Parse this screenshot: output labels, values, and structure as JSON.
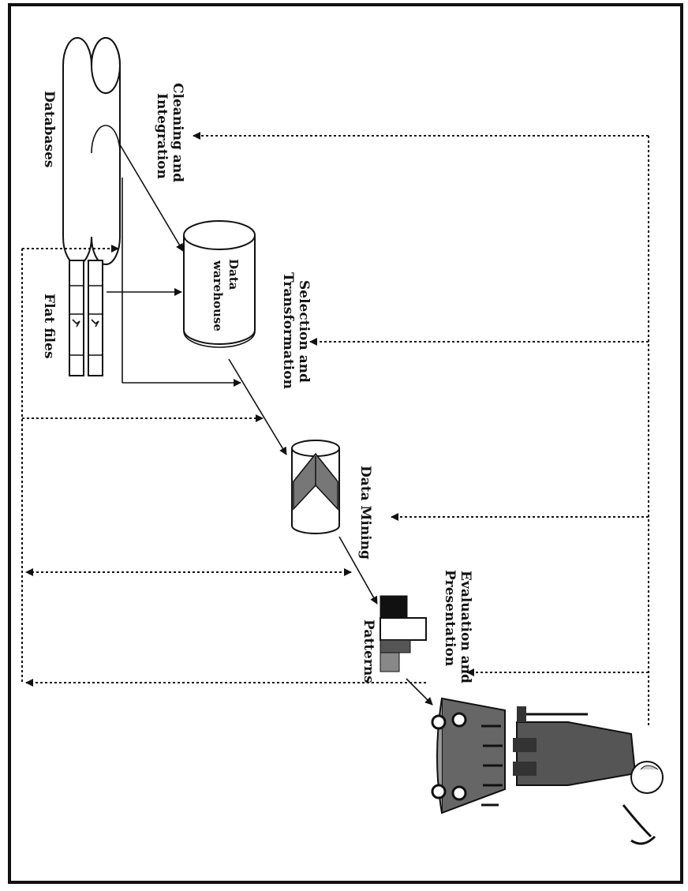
{
  "labels": {
    "databases": "Databases",
    "cleaning_line1": "Cleaning and",
    "cleaning_line2": "Integration",
    "data_warehouse_line1": "Data",
    "data_warehouse_line2": "warehouse",
    "flat_files": "Flat files",
    "selection_line1": "Selection and",
    "selection_line2": "Transformation",
    "data_mining": "Data Mining",
    "evaluation_line1": "Evaluation and",
    "evaluation_line2": "Presentation",
    "patterns": "Patterns"
  },
  "icons": {
    "knowledge": "miner-with-ore-cart-icon",
    "task_data": "open-book-cylinder-icon",
    "patterns": "bar-blocks-icon"
  }
}
